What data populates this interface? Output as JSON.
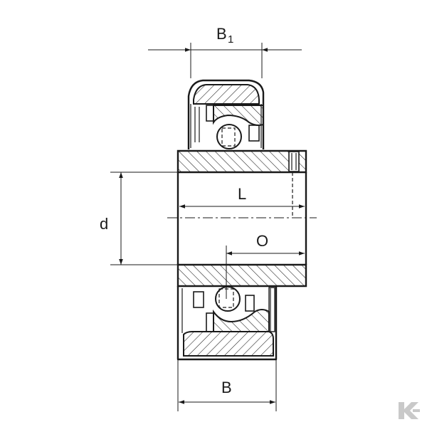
{
  "labels": {
    "b1_main": "B",
    "b1_sub": "1",
    "d": "d",
    "l": "L",
    "o": "O",
    "b": "B"
  },
  "logo": {
    "icon": "brand-logo-icon",
    "color": "#c9c9c9"
  },
  "colors": {
    "line": "#1a1a1a",
    "hatch": "#1a1a1a",
    "background": "#ffffff"
  }
}
